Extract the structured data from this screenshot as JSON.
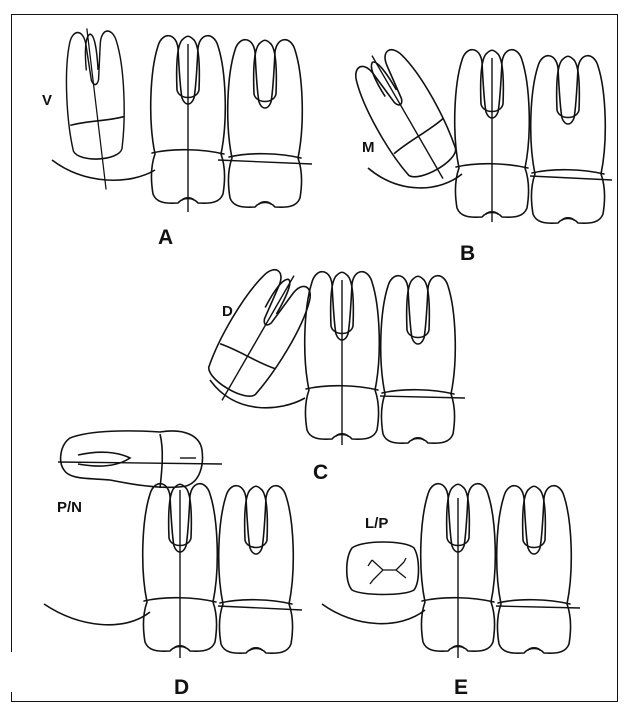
{
  "colors": {
    "stroke": "#111111",
    "background": "#ffffff"
  },
  "panels": [
    {
      "id": "A",
      "label": "A",
      "tooth_label": "V"
    },
    {
      "id": "B",
      "label": "B",
      "tooth_label": "M"
    },
    {
      "id": "C",
      "label": "C",
      "tooth_label": "D"
    },
    {
      "id": "D",
      "label": "D",
      "tooth_label": "P/N"
    },
    {
      "id": "E",
      "label": "E",
      "tooth_label": "L/P"
    }
  ]
}
